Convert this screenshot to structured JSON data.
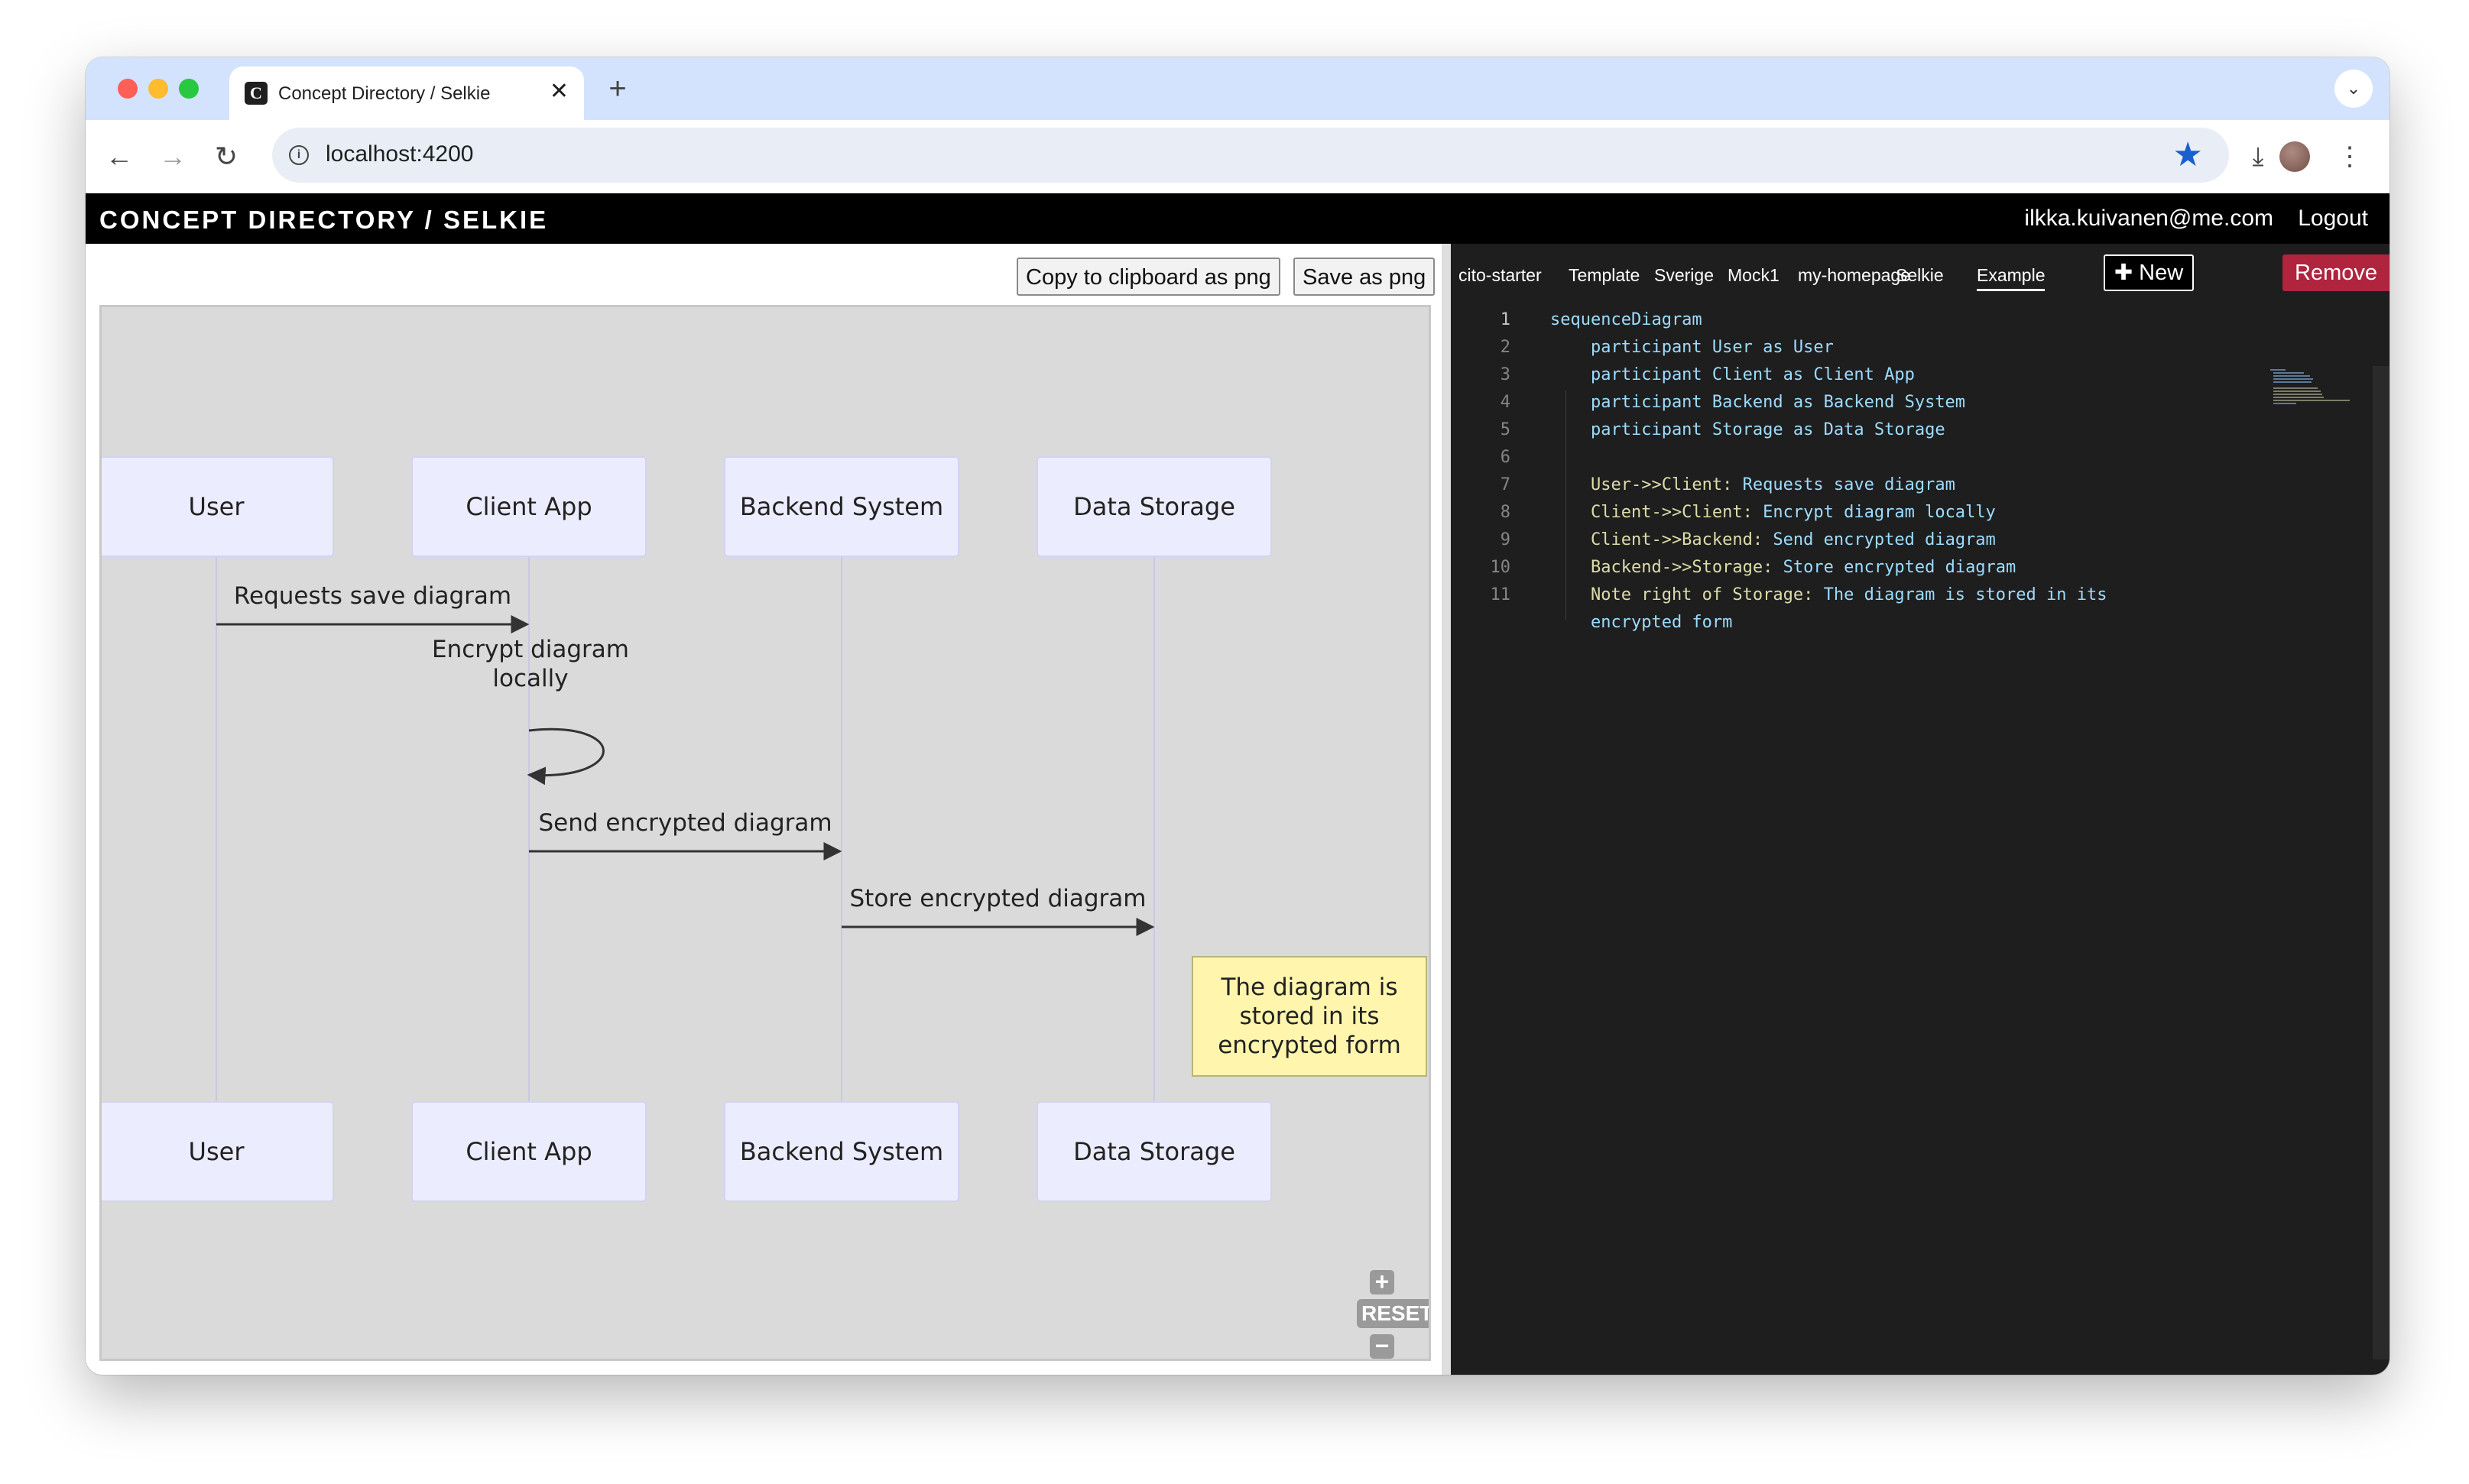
{
  "browser": {
    "tab_title": "Concept Directory / Selkie",
    "favicon_letter": "C",
    "close_glyph": "✕",
    "newtab_glyph": "+",
    "tabmenu_glyph": "⌄",
    "url": "localhost:4200",
    "back_glyph": "←",
    "forward_glyph": "→",
    "reload_glyph": "↻",
    "star_glyph": "★",
    "download_glyph": "⤓",
    "menu_glyph": "⋮"
  },
  "app": {
    "brand": "CONCEPT DIRECTORY / SELKIE",
    "user_email": "ilkka.kuivanen@me.com",
    "logout": "Logout"
  },
  "preview": {
    "copy_button": "Copy to clipboard as png",
    "save_button": "Save as png",
    "zoom_in": "+",
    "reset": "RESET",
    "zoom_out": "−"
  },
  "diagram": {
    "participants": [
      "User",
      "Client App",
      "Backend System",
      "Data Storage"
    ],
    "messages": [
      {
        "from": 0,
        "to": 1,
        "lines": [
          "Requests save diagram"
        ]
      },
      {
        "from": 1,
        "to": 1,
        "lines": [
          "Encrypt diagram",
          "locally"
        ]
      },
      {
        "from": 1,
        "to": 2,
        "lines": [
          "Send encrypted diagram"
        ]
      },
      {
        "from": 2,
        "to": 3,
        "lines": [
          "Store encrypted diagram"
        ]
      }
    ],
    "note": {
      "of": 3,
      "lines": [
        "The diagram is",
        "stored in its",
        "encrypted form"
      ]
    },
    "colors": {
      "actor_fill": "#ececff",
      "actor_stroke": "#d2d2f2",
      "lifeline": "#c9c9e0",
      "note_fill": "#fff5ad",
      "note_stroke": "#b8b47a",
      "arrow": "#333333"
    }
  },
  "editor": {
    "file_tabs": [
      "cito-starter",
      "Template",
      "Sverige",
      "Mock1",
      "my-homepage",
      "Selkie",
      "Example"
    ],
    "active_tab": "Example",
    "new_button": "✚ New",
    "remove_button": "Remove",
    "send_glyph": "⬆",
    "line_numbers": [
      "1",
      "2",
      "3",
      "4",
      "5",
      "6",
      "7",
      "8",
      "9",
      "10",
      "11",
      ""
    ],
    "code_lines": [
      [
        {
          "t": "sequenceDiagram",
          "c": "kw"
        }
      ],
      [
        {
          "t": "    participant User as User",
          "c": "kw"
        }
      ],
      [
        {
          "t": "    participant Client as Client App",
          "c": "kw"
        }
      ],
      [
        {
          "t": "    participant Backend as Backend System",
          "c": "kw"
        }
      ],
      [
        {
          "t": "    participant Storage as Data Storage",
          "c": "kw"
        }
      ],
      [],
      [
        {
          "t": "    User->>Client:",
          "c": "arrowtok"
        },
        {
          "t": " Requests save diagram",
          "c": "kw"
        }
      ],
      [
        {
          "t": "    Client->>Client:",
          "c": "arrowtok"
        },
        {
          "t": " Encrypt diagram locally",
          "c": "kw"
        }
      ],
      [
        {
          "t": "    Client->>Backend:",
          "c": "arrowtok"
        },
        {
          "t": " Send encrypted diagram",
          "c": "kw"
        }
      ],
      [
        {
          "t": "    Backend->>Storage:",
          "c": "arrowtok"
        },
        {
          "t": " Store encrypted diagram",
          "c": "kw"
        }
      ],
      [
        {
          "t": "    Note right of Storage:",
          "c": "arrowtok"
        },
        {
          "t": " The diagram is stored in its",
          "c": "kw"
        }
      ],
      [
        {
          "t": "    encrypted form",
          "c": "kw"
        }
      ]
    ]
  }
}
